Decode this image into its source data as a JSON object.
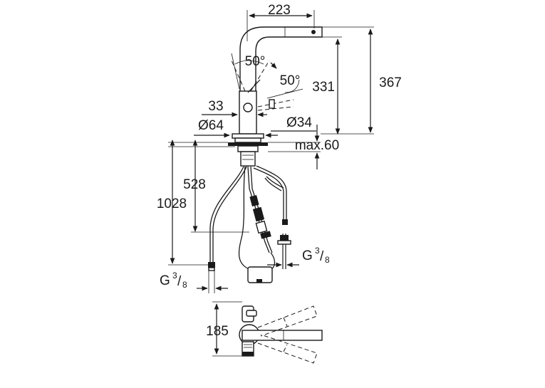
{
  "dimensions": {
    "spout_reach": "223",
    "lever_angle_top": "50°",
    "lever_angle_side": "50°",
    "height_to_spout": "331",
    "total_height": "367",
    "lever_offset": "33",
    "base_diameter": "Ø64",
    "hole_diameter": "Ø34",
    "max_deck_thickness": "max.60",
    "hose_length_short": "528",
    "hose_length_long": "1028",
    "thread_left": "G",
    "thread_left_fraction_num": "3",
    "thread_left_fraction_den": "8",
    "thread_right": "G",
    "thread_right_fraction_num": "3",
    "thread_right_fraction_den": "8",
    "top_view_depth": "185"
  }
}
